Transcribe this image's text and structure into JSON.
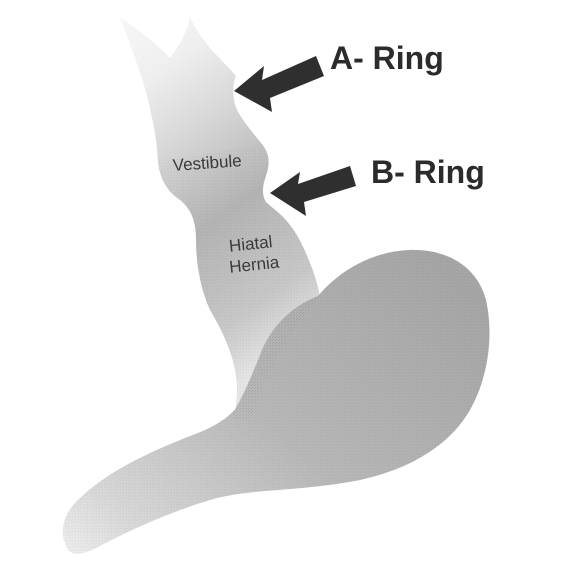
{
  "labels": {
    "a_ring": "A- Ring",
    "b_ring": "B- Ring",
    "vestibule": "Vestibule",
    "hiatal": "Hiatal",
    "hernia": "Hernia"
  },
  "colors": {
    "background": "#ffffff",
    "lumen_light": "#f4f4f4",
    "lumen_mid": "#d6d6d6",
    "lumen_dark": "#a8a8a8",
    "arrow": "#2f2f2f",
    "text": "#2b2b2b"
  },
  "icons": {
    "a_ring_pointer": "arrow-left-icon",
    "b_ring_pointer": "arrow-left-icon"
  }
}
